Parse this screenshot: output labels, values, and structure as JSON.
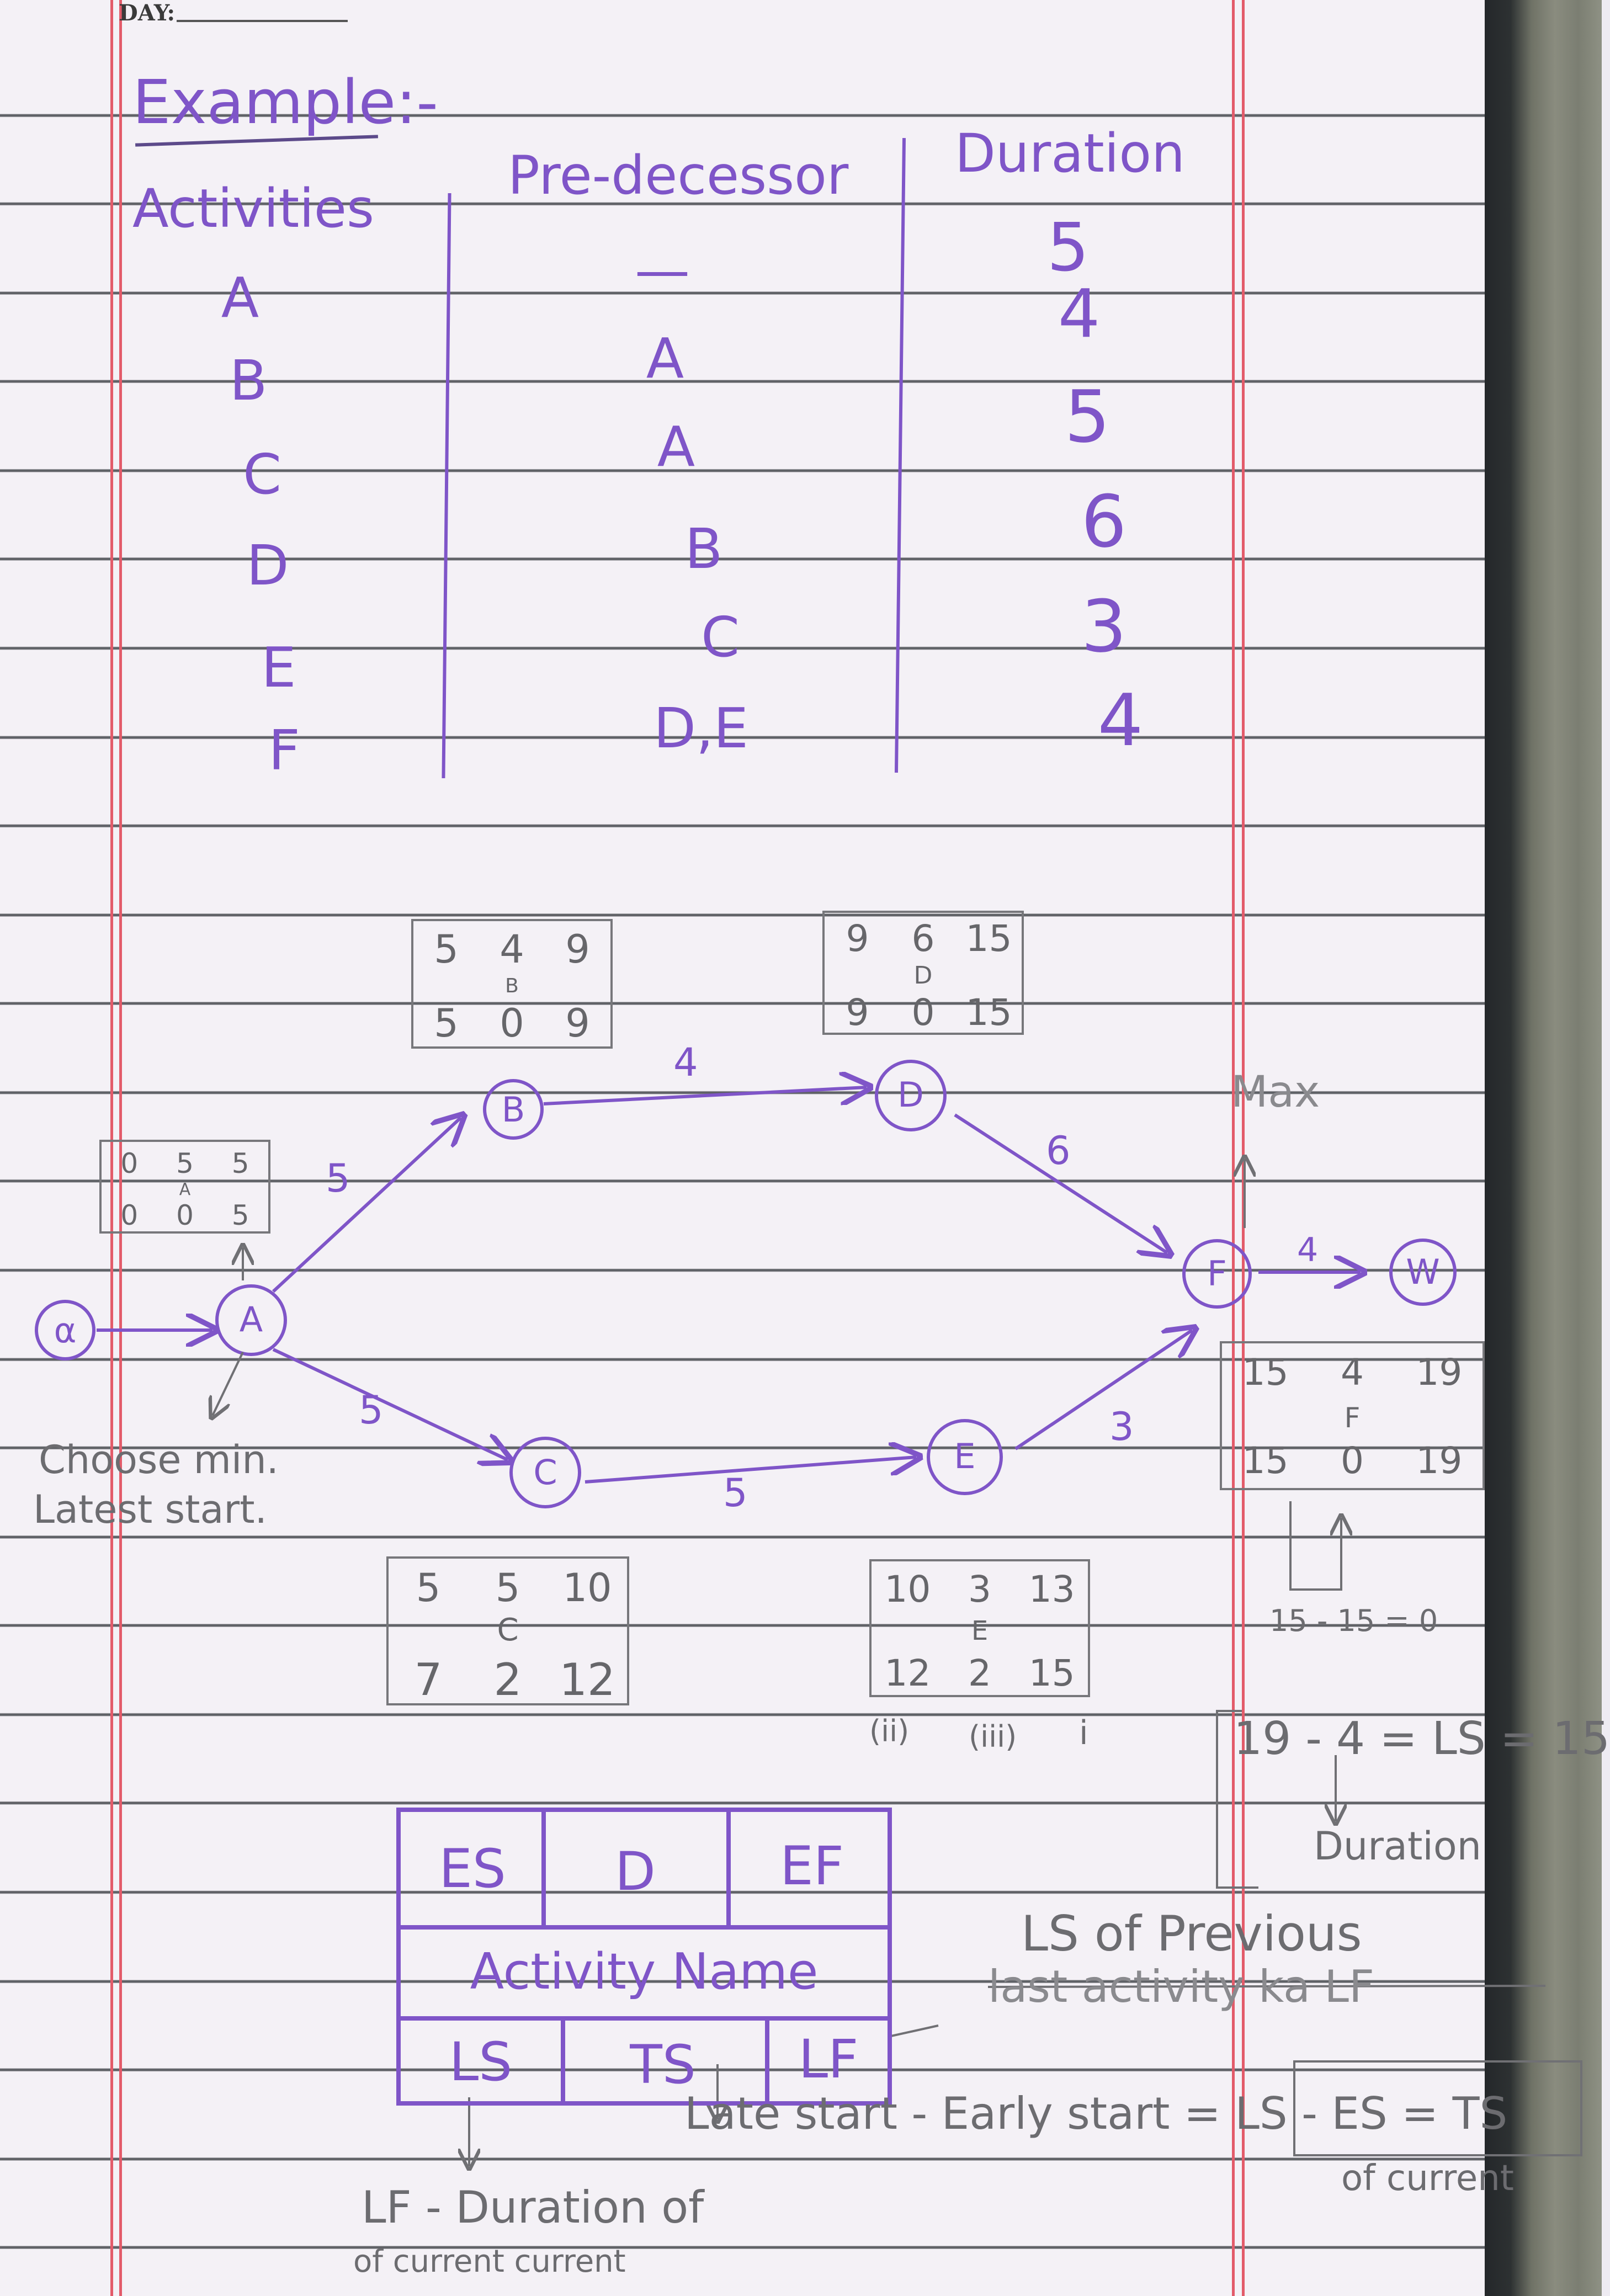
{
  "header": {
    "day_label": "DAY:"
  },
  "title": "Example:-",
  "table": {
    "headers": [
      "Activities",
      "Pre-decessor",
      "Duration"
    ],
    "rows": [
      {
        "activity": "A",
        "predecessor": "—",
        "duration": "5"
      },
      {
        "activity": "B",
        "predecessor": "A",
        "duration": "4"
      },
      {
        "activity": "C",
        "predecessor": "A",
        "duration": "5"
      },
      {
        "activity": "D",
        "predecessor": "B",
        "duration": "6"
      },
      {
        "activity": "E",
        "predecessor": "C",
        "duration": "3"
      },
      {
        "activity": "F",
        "predecessor": "D,E",
        "duration": "4"
      }
    ]
  },
  "network": {
    "nodes": {
      "alpha": "α",
      "A": "A",
      "B": "B",
      "C": "C",
      "D": "D",
      "E": "E",
      "F": "F",
      "W": "W"
    },
    "edge_labels": {
      "alpha_A": "",
      "A_B": "5",
      "A_C": "5",
      "B_D": "4",
      "C_E": "5",
      "D_F": "6",
      "E_F": "3",
      "F_W": "4"
    },
    "boxes": {
      "A": {
        "es": "0",
        "d": "5",
        "ef": "5",
        "name": "A",
        "ls": "0",
        "ts": "0",
        "lf": "5"
      },
      "B": {
        "es": "5",
        "d": "4",
        "ef": "9",
        "name": "B",
        "ls": "5",
        "ts": "0",
        "lf": "9"
      },
      "D": {
        "es": "9",
        "d": "6",
        "ef": "15",
        "name": "D",
        "ls": "9",
        "ts": "0",
        "lf": "15"
      },
      "C": {
        "es": "5",
        "d": "5",
        "ef": "10",
        "name": "C",
        "ls": "7",
        "ts": "2",
        "lf": "12"
      },
      "E": {
        "es": "10",
        "d": "3",
        "ef": "13",
        "name": "E",
        "ls": "12",
        "ts": "2",
        "lf": "15"
      },
      "F": {
        "es": "15",
        "d": "4",
        "ef": "19",
        "name": "F",
        "ls": "15",
        "ts": "0",
        "lf": "19"
      }
    },
    "notes": {
      "max": "Max",
      "choose_min_1": "Choose min.",
      "choose_min_2": "Latest start.",
      "ts_calc": "15 - 15 = 0",
      "order_ii": "(ii)",
      "order_iii": "(iii)",
      "order_i": "i",
      "ls_calc": "19 - 4 = LS = 15",
      "duration_note": "Duration"
    }
  },
  "legend": {
    "es": "ES",
    "d": "D",
    "ef": "EF",
    "name": "Activity Name",
    "ls": "LS",
    "ts": "TS",
    "lf": "LF"
  },
  "annotations": {
    "lf_note_1": "LS of Previous",
    "lf_note_strike": "last activity ka LF",
    "ts_note": "Late start - Early start = LS - ES = TS",
    "ts_note_sub": "of current",
    "ls_note_1": "LF - Duration of",
    "ls_note_2": "of current   current"
  }
}
